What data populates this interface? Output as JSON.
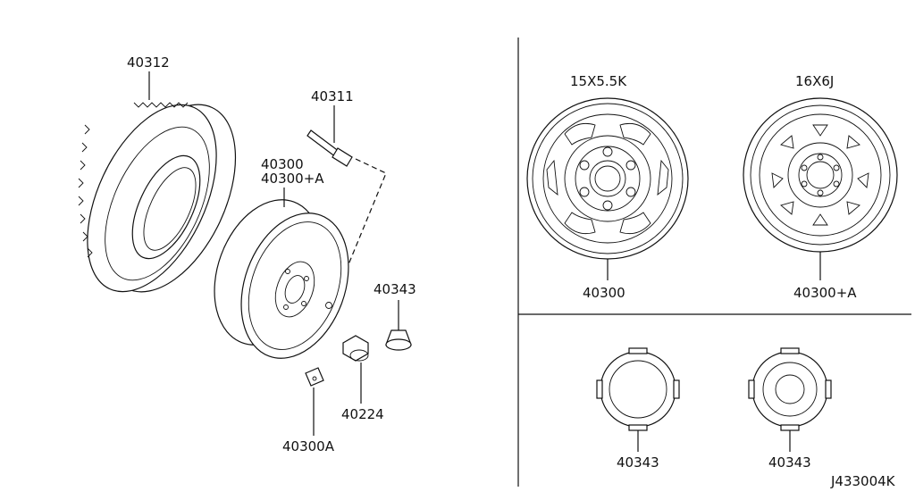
{
  "diagram": {
    "parts": {
      "tire": "40312",
      "valve": "40311",
      "wheel_line1": "40300",
      "wheel_line2": "40300+A",
      "cap_center": "40343",
      "nut": "40224",
      "weight": "40300A"
    },
    "wheels": {
      "left_size": "15X5.5K",
      "left_part": "40300",
      "right_size": "16X6J",
      "right_part": "40300+A"
    },
    "caps": {
      "left_part": "40343",
      "right_part": "40343"
    },
    "reference": "J433004K"
  }
}
